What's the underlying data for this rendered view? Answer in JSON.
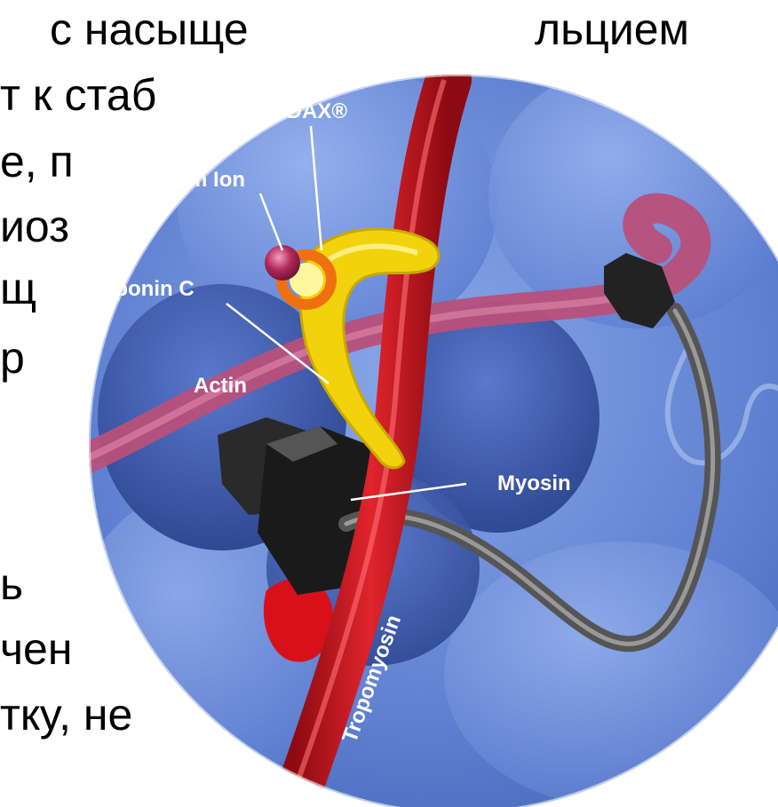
{
  "slide_text": {
    "lines": [
      "с насыще",
      "льцием",
      "т к стаб",
      "е, п",
      "иоз",
      "щ",
      "р",
      "ь",
      "чен",
      "ткy, не"
    ]
  },
  "diagram": {
    "labels": {
      "simdax": "SIMDAX®",
      "calcium_ion": "Calcium Ion",
      "troponin_c": "Troponin C",
      "actin": "Actin",
      "myosin": "Myosin",
      "tropomyosin": "Tropomyosin"
    },
    "colors": {
      "background_blue": "#6e8fd6",
      "globule_blue": "#3f5fb5",
      "tropomyosin_red": "#c8101a",
      "troponin_yellow": "#f2d20c",
      "simdax_orange": "#f07010",
      "calcium_magenta": "#a0204a",
      "actin_pink": "#b8507a",
      "myosin_black": "#222222"
    }
  }
}
